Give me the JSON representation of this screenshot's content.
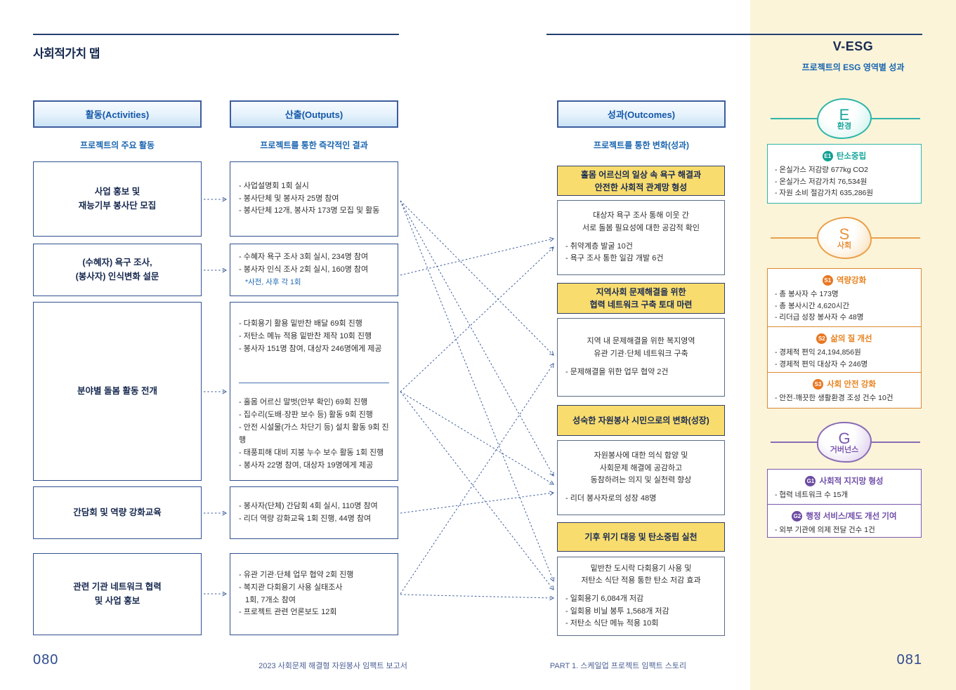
{
  "colors": {
    "navy": "#24406F",
    "blue_text": "#1357A9",
    "yellow_header": "#F8DC6E",
    "panel_cream": "#FBF4D9",
    "teal": "#2FB5A8",
    "orange": "#E8821F",
    "purple": "#6F4DA8",
    "arrow_blue": "#3F5E9C"
  },
  "map": {
    "title": "사회적가치 맵",
    "col_headers": [
      "활동(Activities)",
      "산출(Outputs)",
      "성과(Outcomes)"
    ],
    "col_subtitles": [
      "프로젝트의 주요 활동",
      "프로젝트를 통한 즉각적인 결과",
      "프로젝트를 통한 변화(성과)"
    ],
    "activities": [
      {
        "lines": [
          "사업 홍보 및",
          "재능기부 봉사단 모집"
        ]
      },
      {
        "lines": [
          "(수혜자) 욕구 조사,",
          "(봉사자) 인식변화 설문"
        ]
      },
      {
        "lines": [
          "분야별 돌봄 활동 전개"
        ]
      },
      {
        "lines": [
          "간담회 및 역량 강화교육"
        ]
      },
      {
        "lines": [
          "관련 기관 네트워크 협력",
          "및 사업 홍보"
        ]
      }
    ],
    "outputs": {
      "box1": [
        "- 사업설명회 1회 실시",
        "- 봉사단체 및 봉사자 25명 참여",
        "- 봉사단체 12개, 봉사자 173명 모집 및 활동"
      ],
      "box2": [
        "- 수혜자 욕구 조사 3회 실시, 234명 참여",
        "- 봉사자 인식 조사 2회 실시, 160명 참여"
      ],
      "box2_note": "*사전, 사후 각 1회",
      "box3_top": [
        "- 다회용기 활용 밑반찬 배달 69회 진행",
        "- 저탄소 메뉴 적용 밑반찬 제작 10회 진행",
        "- 봉사자 151명 참여, 대상자 246명에게 제공"
      ],
      "box3_bottom": [
        "- 홀몸 어르신 말벗(안부 확인) 69회 진행",
        "- 집수리(도배·장판 보수 등) 활동 9회 진행",
        "- 안전 시설물(가스 차단기 등) 설치 활동 9회 진행",
        "- 태풍피해 대비 지붕 누수 보수 활동 1회 진행",
        "- 봉사자 22명 참여, 대상자 19명에게 제공"
      ],
      "box4": [
        "- 봉사자(단체) 간담회 4회 실시, 110명 참여",
        "- 리더 역량 강화교육 1회 진행, 44명 참여"
      ],
      "box5": [
        "- 유관 기관·단체 업무 협약 2회 진행",
        "- 복지관 다회용기 사용 실태조사",
        "1회, 7개소 참여",
        "- 프로젝트 관련 언론보도 12회"
      ]
    },
    "outcomes": [
      {
        "header": [
          "홀몸 어르신의 일상 속 욕구 해결과",
          "안전한 사회적 관계망 형성"
        ],
        "lead": [
          "대상자 욕구 조사 통해 이웃 간",
          "서로 돌봄 필요성에 대한 공감적 확인"
        ],
        "bullets": [
          "- 취약계층 발굴 10건",
          "- 욕구 조사 통한 일감 개발 6건"
        ]
      },
      {
        "header": [
          "지역사회 문제해결을 위한",
          "협력 네트워크 구축 토대 마련"
        ],
        "lead": [
          "지역 내 문제해결을 위한 복지영역",
          "유관 기관·단체 네트워크 구축"
        ],
        "bullets": [
          "- 문제해결을 위한 업무 협약 2건"
        ]
      },
      {
        "header": [
          "성숙한 자원봉사 시민으로의 변화(성장)"
        ],
        "lead": [
          "자원봉사에 대한 의식 함양 및",
          "사회문제 해결에 공감하고",
          "동참하려는 의지 및 실천력 향상"
        ],
        "bullets": [
          "- 리더 봉사자로의 성장 48명"
        ]
      },
      {
        "header": [
          "기후 위기 대응 및 탄소중립 실천"
        ],
        "lead": [
          "밑반찬 도시락 다회용기 사용 및",
          "저탄소 식단 적용 통한 탄소 저감 효과"
        ],
        "bullets": [
          "- 일회용기 6,084개 저감",
          "- 일회용 비닐 봉투 1,568개 저감",
          "- 저탄소 식단 메뉴 적용 10회"
        ]
      }
    ]
  },
  "vesg": {
    "title": "V-ESG",
    "subtitle": "프로젝트의 ESG 영역별 성과",
    "sections": [
      {
        "letter": "E",
        "label": "환경",
        "cards": [
          {
            "badge": "E1",
            "title": "탄소중립",
            "items": [
              "- 온실가스 저감량 677kg CO2",
              "- 온실가스 저감가치 76,534원",
              "- 자원 소비 절감가치 635,286원"
            ]
          }
        ]
      },
      {
        "letter": "S",
        "label": "사회",
        "cards": [
          {
            "badge": "S1",
            "title": "역량강화",
            "items": [
              "- 총 봉사자 수 173명",
              "- 총 봉사시간 4,620시간",
              "- 리더급 성장 봉사자 수 48명"
            ]
          },
          {
            "badge": "S2",
            "title": "삶의 질 개선",
            "items": [
              "- 경제적 편익 24,194,856원",
              "- 경제적 편익 대상자 수 246명"
            ]
          },
          {
            "badge": "S3",
            "title": "사회 안전 강화",
            "items": [
              "- 안전·깨끗한 생활환경 조성 건수 10건"
            ]
          }
        ]
      },
      {
        "letter": "G",
        "label": "거버넌스",
        "cards": [
          {
            "badge": "G1",
            "title": "사회적 지지망 형성",
            "items": [
              "- 협력 네트워크 수 15개"
            ]
          },
          {
            "badge": "G2",
            "title": "행정 서비스/제도 개선 기여",
            "items": [
              "- 외부 기관에 의제 전달 건수 1건"
            ]
          }
        ]
      }
    ]
  },
  "footer": {
    "left_page_number": "080",
    "left_caption": "2023 사회문제 해결형 자원봉사 임팩트 보고서",
    "right_caption": "PART 1. 스케일업 프로젝트 임팩트 스토리",
    "right_page_number": "081"
  }
}
